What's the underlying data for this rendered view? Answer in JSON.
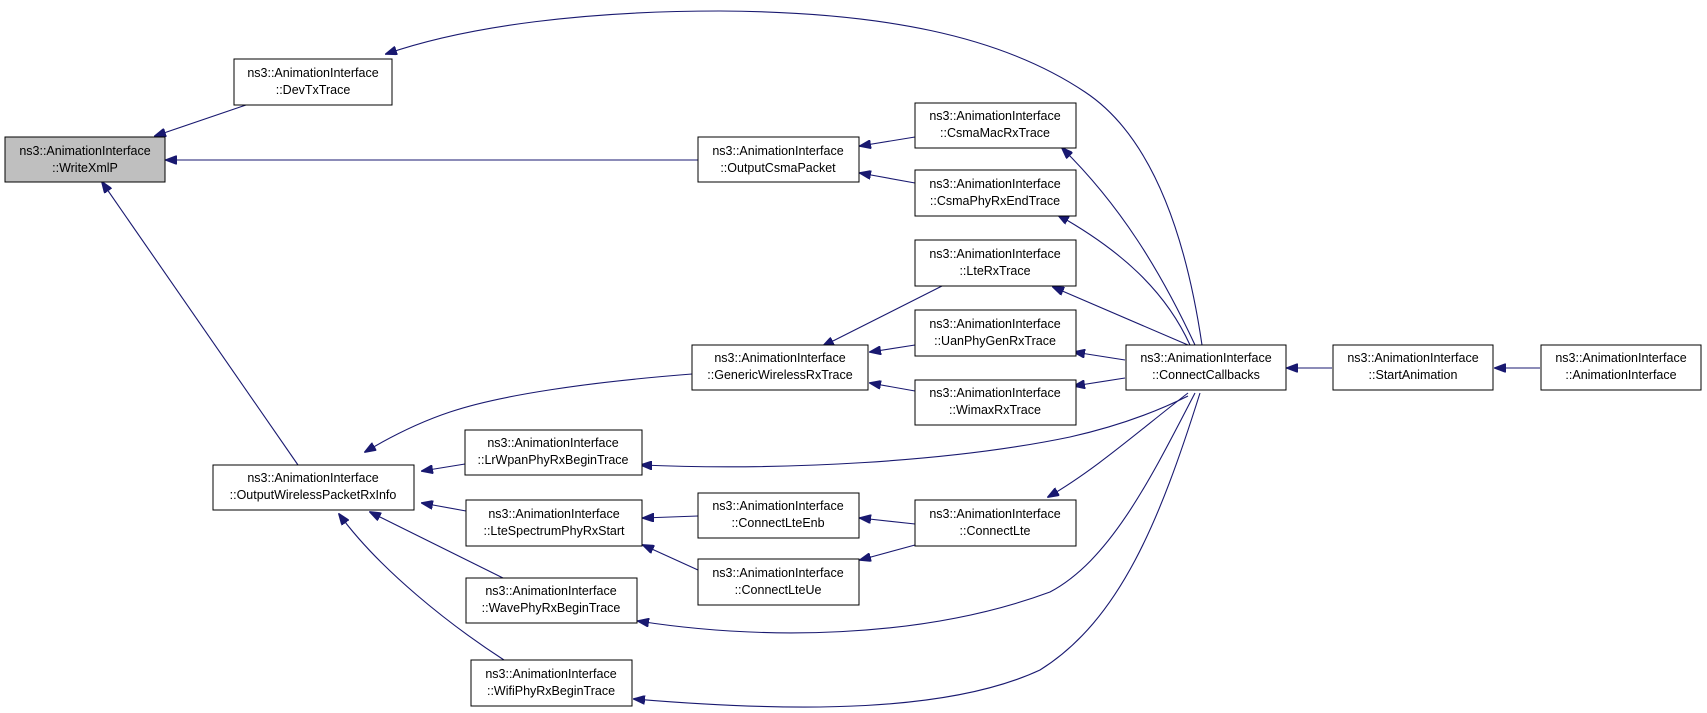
{
  "colors": {
    "edge": "#191970",
    "node_fill": "#ffffff",
    "highlight_fill": "#bfbfbf",
    "border": "#000000"
  },
  "nodes": {
    "writexmlp": {
      "line1": "ns3::AnimationInterface",
      "line2": "::WriteXmlP",
      "highlighted": true
    },
    "devtxtrace": {
      "line1": "ns3::AnimationInterface",
      "line2": "::DevTxTrace"
    },
    "outputcsmapacket": {
      "line1": "ns3::AnimationInterface",
      "line2": "::OutputCsmaPacket"
    },
    "csmamacrxtrace": {
      "line1": "ns3::AnimationInterface",
      "line2": "::CsmaMacRxTrace"
    },
    "csmaphyrxendtrace": {
      "line1": "ns3::AnimationInterface",
      "line2": "::CsmaPhyRxEndTrace"
    },
    "lterxtrace": {
      "line1": "ns3::AnimationInterface",
      "line2": "::LteRxTrace"
    },
    "uanphygenrxtrace": {
      "line1": "ns3::AnimationInterface",
      "line2": "::UanPhyGenRxTrace"
    },
    "wimaxrxtrace": {
      "line1": "ns3::AnimationInterface",
      "line2": "::WimaxRxTrace"
    },
    "genericwirelessrxtrace": {
      "line1": "ns3::AnimationInterface",
      "line2": "::GenericWirelessRxTrace"
    },
    "outputwirelesspacketrxinfo": {
      "line1": "ns3::AnimationInterface",
      "line2": "::OutputWirelessPacketRxInfo"
    },
    "lrwpanphyrxbegintrace": {
      "line1": "ns3::AnimationInterface",
      "line2": "::LrWpanPhyRxBeginTrace"
    },
    "ltespectrumphyrxstart": {
      "line1": "ns3::AnimationInterface",
      "line2": "::LteSpectrumPhyRxStart"
    },
    "connectlteenb": {
      "line1": "ns3::AnimationInterface",
      "line2": "::ConnectLteEnb"
    },
    "connectlteue": {
      "line1": "ns3::AnimationInterface",
      "line2": "::ConnectLteUe"
    },
    "connectlte": {
      "line1": "ns3::AnimationInterface",
      "line2": "::ConnectLte"
    },
    "wavephyrxbegintrace": {
      "line1": "ns3::AnimationInterface",
      "line2": "::WavePhyRxBeginTrace"
    },
    "wifiphyrxbegintrace": {
      "line1": "ns3::AnimationInterface",
      "line2": "::WifiPhyRxBeginTrace"
    },
    "connectcallbacks": {
      "line1": "ns3::AnimationInterface",
      "line2": "::ConnectCallbacks"
    },
    "startanimation": {
      "line1": "ns3::AnimationInterface",
      "line2": "::StartAnimation"
    },
    "animationinterface": {
      "line1": "ns3::AnimationInterface",
      "line2": "::AnimationInterface"
    }
  },
  "edges": [
    {
      "from": "devtxtrace",
      "to": "writexmlp"
    },
    {
      "from": "outputcsmapacket",
      "to": "writexmlp"
    },
    {
      "from": "outputwirelesspacketrxinfo",
      "to": "writexmlp"
    },
    {
      "from": "connectcallbacks",
      "to": "devtxtrace"
    },
    {
      "from": "csmamacrxtrace",
      "to": "outputcsmapacket"
    },
    {
      "from": "csmaphyrxendtrace",
      "to": "outputcsmapacket"
    },
    {
      "from": "connectcallbacks",
      "to": "csmamacrxtrace"
    },
    {
      "from": "connectcallbacks",
      "to": "csmaphyrxendtrace"
    },
    {
      "from": "lterxtrace",
      "to": "genericwirelessrxtrace"
    },
    {
      "from": "uanphygenrxtrace",
      "to": "genericwirelessrxtrace"
    },
    {
      "from": "wimaxrxtrace",
      "to": "genericwirelessrxtrace"
    },
    {
      "from": "connectcallbacks",
      "to": "lterxtrace"
    },
    {
      "from": "connectcallbacks",
      "to": "uanphygenrxtrace"
    },
    {
      "from": "connectcallbacks",
      "to": "wimaxrxtrace"
    },
    {
      "from": "genericwirelessrxtrace",
      "to": "outputwirelesspacketrxinfo"
    },
    {
      "from": "lrwpanphyrxbegintrace",
      "to": "outputwirelesspacketrxinfo"
    },
    {
      "from": "ltespectrumphyrxstart",
      "to": "outputwirelesspacketrxinfo"
    },
    {
      "from": "wavephyrxbegintrace",
      "to": "outputwirelesspacketrxinfo"
    },
    {
      "from": "wifiphyrxbegintrace",
      "to": "outputwirelesspacketrxinfo"
    },
    {
      "from": "connectcallbacks",
      "to": "lrwpanphyrxbegintrace"
    },
    {
      "from": "connectlteenb",
      "to": "ltespectrumphyrxstart"
    },
    {
      "from": "connectlteue",
      "to": "ltespectrumphyrxstart"
    },
    {
      "from": "connectlte",
      "to": "connectlteenb"
    },
    {
      "from": "connectlte",
      "to": "connectlteue"
    },
    {
      "from": "connectcallbacks",
      "to": "connectlte"
    },
    {
      "from": "connectcallbacks",
      "to": "wavephyrxbegintrace"
    },
    {
      "from": "connectcallbacks",
      "to": "wifiphyrxbegintrace"
    },
    {
      "from": "startanimation",
      "to": "connectcallbacks"
    },
    {
      "from": "animationinterface",
      "to": "startanimation"
    }
  ]
}
